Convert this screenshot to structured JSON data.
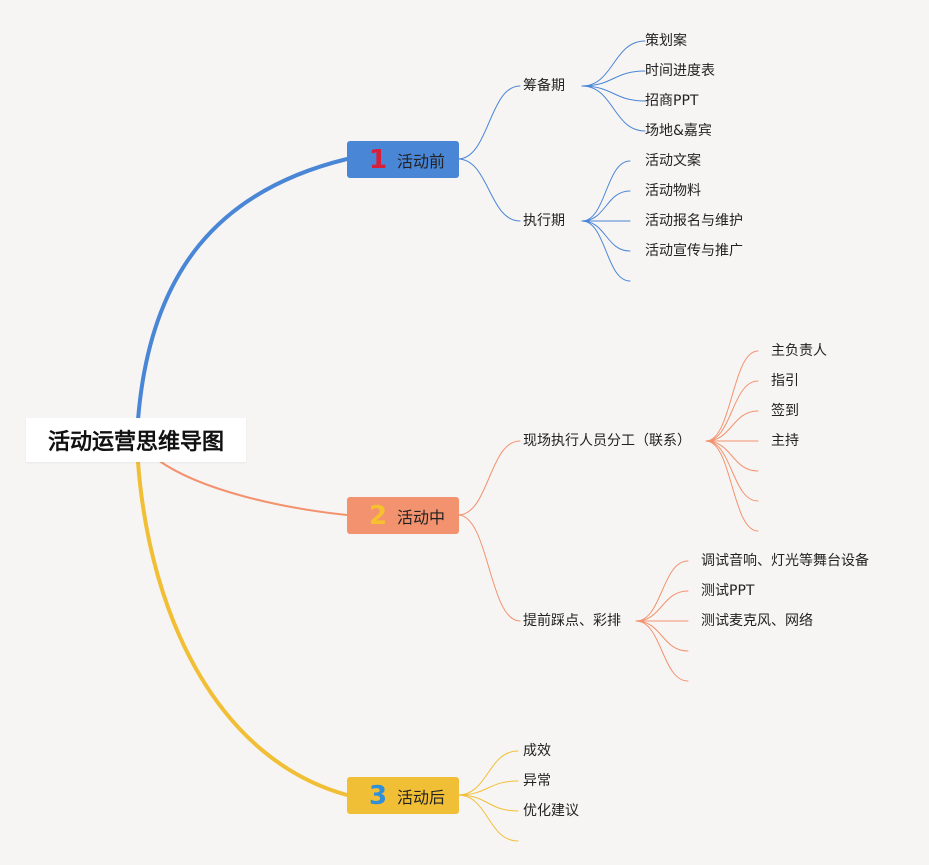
{
  "root": {
    "label": "活动运营思维导图"
  },
  "branches": [
    {
      "number": "1",
      "label": "活动前",
      "color": "#4a86d6",
      "number_color": "#d71e3a",
      "children": [
        {
          "label": "筹备期",
          "children": [
            "策划案",
            "时间进度表",
            "招商PPT",
            "场地&嘉宾"
          ]
        },
        {
          "label": "执行期",
          "children": [
            "活动文案",
            "活动物料",
            "活动报名与维护",
            "活动宣传与推广"
          ]
        }
      ]
    },
    {
      "number": "2",
      "label": "活动中",
      "color": "#f2926e",
      "number_color": "#f7c02e",
      "children": [
        {
          "label": "现场执行人员分工（联系）",
          "children": [
            "主负责人",
            "指引",
            "签到",
            "主持"
          ]
        },
        {
          "label": "提前踩点、彩排",
          "children": [
            "调试音响、灯光等舞台设备",
            "测试PPT",
            "测试麦克风、网络"
          ]
        }
      ]
    },
    {
      "number": "3",
      "label": "活动后",
      "color": "#f1bf36",
      "number_color": "#2f8fd8",
      "children": [
        "成效",
        "异常",
        "优化建议"
      ]
    }
  ]
}
